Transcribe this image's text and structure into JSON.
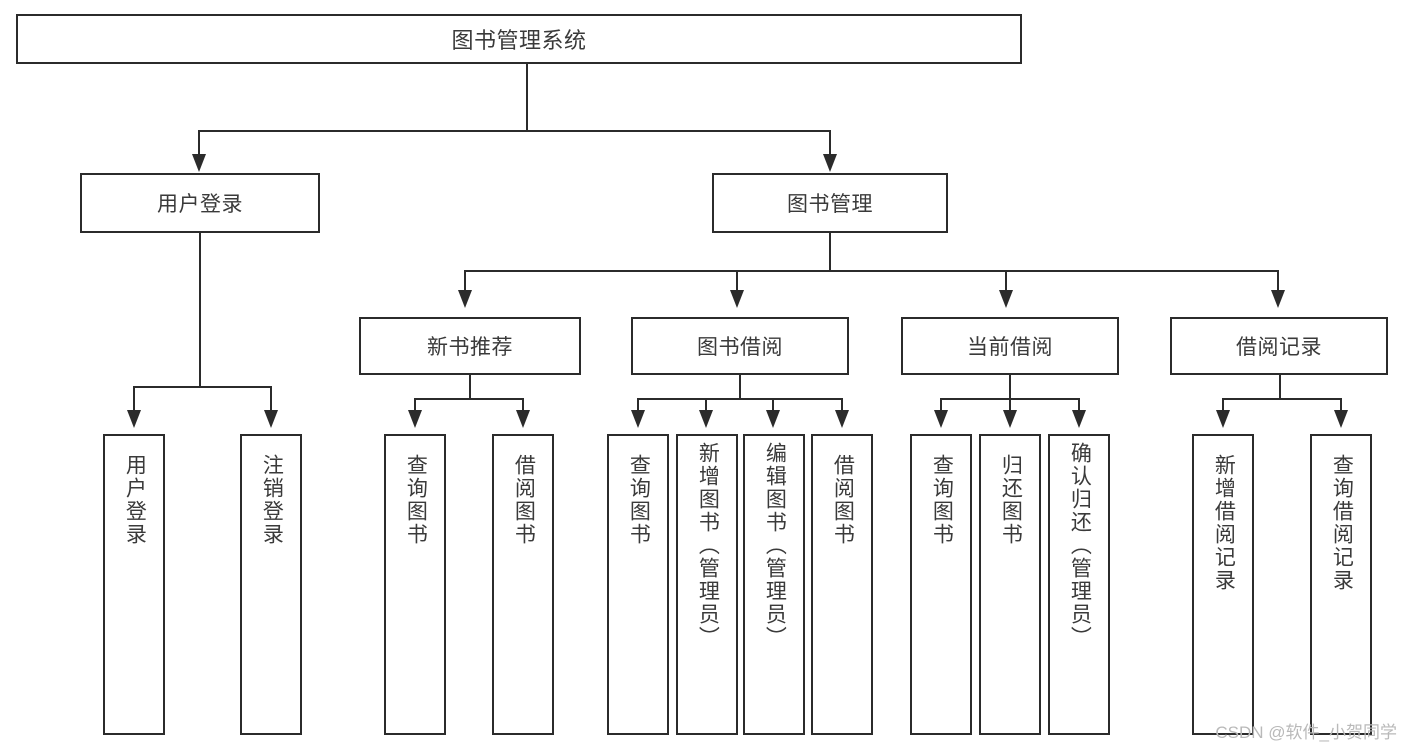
{
  "diagram": {
    "title": "图书管理系统",
    "type": "tree",
    "root": {
      "label": "图书管理系统"
    },
    "level1": [
      {
        "label": "用户登录"
      },
      {
        "label": "图书管理"
      }
    ],
    "level2": [
      {
        "label": "新书推荐"
      },
      {
        "label": "图书借阅"
      },
      {
        "label": "当前借阅"
      },
      {
        "label": "借阅记录"
      }
    ],
    "leaves": {
      "user_login": [
        {
          "label": "用户登录"
        },
        {
          "label": "注销登录"
        }
      ],
      "new_book_recommend": [
        {
          "label": "查询图书"
        },
        {
          "label": "借阅图书"
        }
      ],
      "book_borrow": [
        {
          "label": "查询图书"
        },
        {
          "label": "新增图书（管理员）"
        },
        {
          "label": "编辑图书（管理员）"
        },
        {
          "label": "借阅图书"
        }
      ],
      "current_borrow": [
        {
          "label": "查询图书"
        },
        {
          "label": "归还图书"
        },
        {
          "label": "确认归还（管理员）"
        }
      ],
      "borrow_record": [
        {
          "label": "新增借阅记录"
        },
        {
          "label": "查询借阅记录"
        }
      ]
    }
  },
  "watermark": {
    "text": "CSDN @软件_小贺同学"
  },
  "colors": {
    "border": "#2b2b2b",
    "text": "#3a3a3a",
    "background": "#ffffff",
    "watermark": "#b9b9b9"
  }
}
